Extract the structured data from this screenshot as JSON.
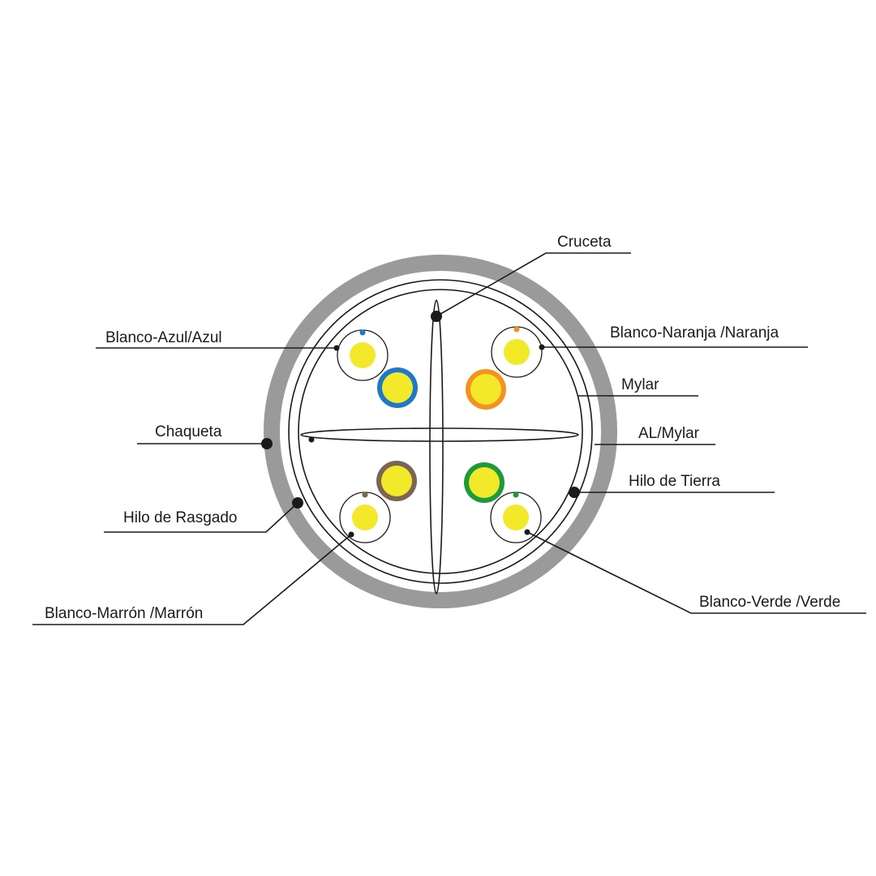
{
  "labels": {
    "cruceta": "Cruceta",
    "blanco_azul": "Blanco-Azul/Azul",
    "blanco_naranja": "Blanco-Naranja /Naranja",
    "mylar": "Mylar",
    "chaqueta": "Chaqueta",
    "al_mylar": "AL/Mylar",
    "hilo_tierra": "Hilo de Tierra",
    "hilo_rasgado": "Hilo de Rasgado",
    "blanco_marron": "Blanco-Marrón /Marrón",
    "blanco_verde": "Blanco-Verde /Verde"
  },
  "colors": {
    "jacket": "#9a9a9a",
    "conductor": "#f2e92a",
    "blue": "#1f78c8",
    "orange": "#f39221",
    "brown": "#7a6652",
    "green": "#1f9a3a",
    "line": "#1a1a1a"
  }
}
